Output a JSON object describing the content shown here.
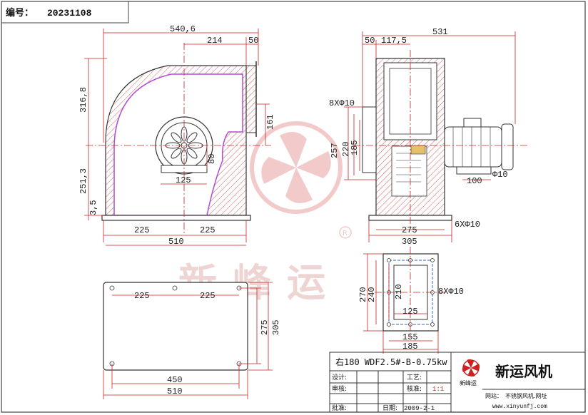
{
  "header": {
    "number_label": "编号：",
    "number_value": "20231108"
  },
  "watermark": {
    "text": "新峰运"
  },
  "front_view": {
    "dims": [
      "540,6",
      "214",
      "50",
      "316,8",
      "161",
      "251,3",
      "3,5",
      "125",
      "80",
      "225",
      "225",
      "510"
    ]
  },
  "side_view": {
    "dims": [
      "531",
      "50",
      "117,5",
      "8XΦ10",
      "257",
      "220",
      "185",
      "100",
      "Φ10",
      "275",
      "6XΦ10",
      "305"
    ]
  },
  "base_view": {
    "dims": [
      "225",
      "225",
      "275",
      "305",
      "450",
      "510"
    ]
  },
  "flange_view": {
    "dims": [
      "270",
      "240",
      "210",
      "8XΦ10",
      "125",
      "155",
      "185"
    ]
  },
  "title_block": {
    "model": "右180  WDF2.5#-B-0.75kw",
    "brand": "新运风机",
    "logo_caption": "新峰运",
    "rows": [
      {
        "l1": "设计:",
        "v1": "",
        "l2": "工艺:",
        "v2": ""
      },
      {
        "l1": "审核:",
        "v1": "",
        "l2": "核准:",
        "v2": "1:1"
      },
      {
        "l1": "批准:",
        "v1": "",
        "l2": "日期:",
        "v2": "2009-2-1"
      }
    ],
    "website_label": "网站：",
    "website_text": "不锈钢风机.网址",
    "url": "www.xinyunfj.com"
  },
  "colors": {
    "line": "#333333",
    "center": "#cc2222",
    "dim": "#cc2222",
    "profile": "#b04bd6",
    "watermark": "#e8a0a0"
  }
}
